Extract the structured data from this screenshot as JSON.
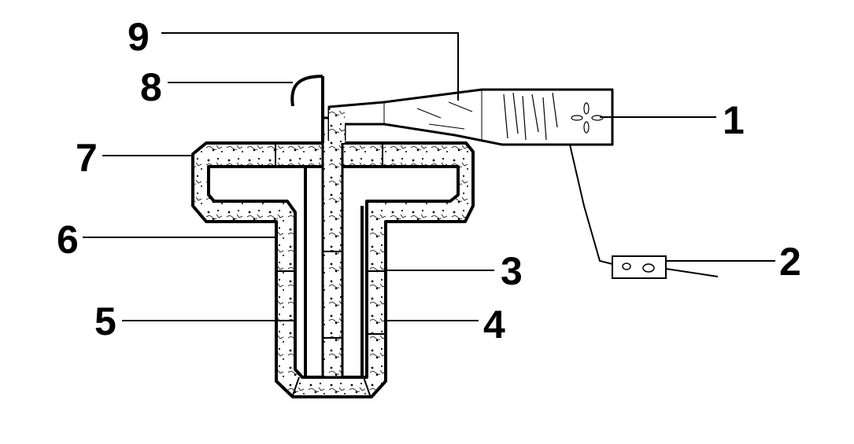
{
  "labels": [
    "1",
    "2",
    "3",
    "4",
    "5",
    "6",
    "7",
    "8",
    "9"
  ],
  "colors": {
    "ink": "#000000",
    "paper": "#ffffff",
    "fill": "#ffffff"
  }
}
